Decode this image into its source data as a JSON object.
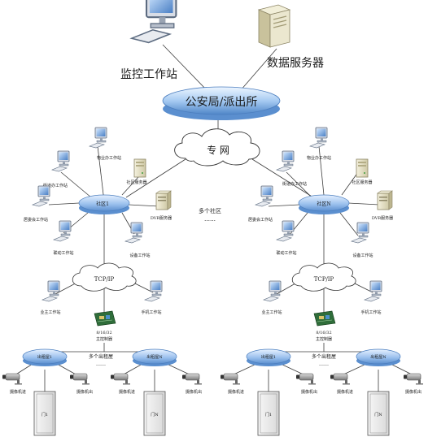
{
  "top": {
    "monitor_station": "监控工作站",
    "data_server": "数据服务器",
    "police_station": "公安局/派出所",
    "private_net": "专 网"
  },
  "left_community": {
    "hub": "社区1",
    "station_top": "物业办工作站",
    "station_left_upper": "街道办工作站",
    "station_left": "居委会工作站",
    "station_left_lower": "联动工作站",
    "server": "社区服务器",
    "dvr": "DVR服务器",
    "device_station": "设备工作站"
  },
  "right_community": {
    "hub": "社区N",
    "station_top": "物业办工作站",
    "station_left_upper": "街道办工作站",
    "station_left": "居委会工作站",
    "station_left_lower": "联动工作站",
    "server": "社区服务器",
    "dvr": "DVR服务器",
    "device_station": "设备工作站"
  },
  "middle": {
    "multi_community": "多个社区",
    "dots": "……"
  },
  "left_building": {
    "net": "TCP/IP",
    "owner_station": "业主工作站",
    "phone_station": "手机工作站",
    "controller_l1": "8/16/32",
    "controller_l2": "主控制器",
    "rental1": "出租屋1",
    "rentalN": "出租屋N",
    "multi_rental": "多个出租屋",
    "dots": "……",
    "cam_in_1": "摄像机进",
    "cam_out_1": "摄像机出",
    "cam_in_2": "摄像机进",
    "cam_out_2": "摄像机出",
    "door1": "门1",
    "doorN": "门N"
  },
  "right_building": {
    "net": "TCP/IP",
    "owner_station": "业主工作站",
    "phone_station": "手机工作站",
    "controller_l1": "8/16/32",
    "controller_l2": "主控制器",
    "rental1": "出租屋1",
    "rentalN": "出租屋N",
    "multi_rental": "多个出租屋",
    "dots": "……",
    "cam_in_1": "摄像机进",
    "cam_out_1": "摄像机出",
    "cam_in_2": "摄像机进",
    "cam_out_2": "摄像机出",
    "door1": "门1",
    "doorN": "门N"
  }
}
